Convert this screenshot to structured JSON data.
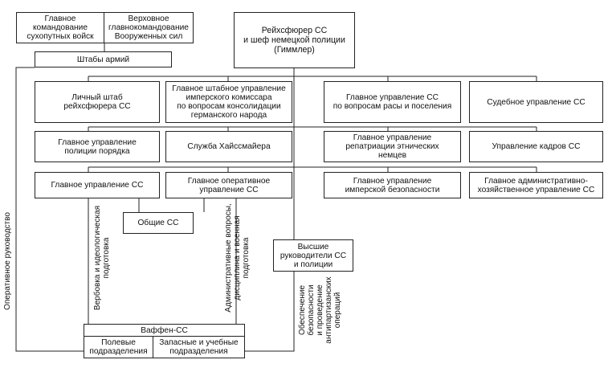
{
  "boxes": {
    "ground_command": "Главное\nкомандование\nсухопутных войск",
    "supreme_command": "Верховное\nглавнокомандование\nВооруженных сил",
    "army_staffs": "Штабы армий",
    "reichsfuhrer": "Рейхсфюрер СС\nи шеф немецкой полиции\n(Гиммлер)",
    "personal_staff": "Личный штаб\nрейхсфюрера СС",
    "main_staff_commissar": "Главное штабное управление\nимперского комиссара\nпо вопросам консолидации\nгерманского народа",
    "race_settlement": "Главное управление СС\nпо вопросам расы и поселения",
    "judicial": "Судебное управление СС",
    "order_police": "Главное управление\nполиции порядка",
    "heissmeyer": "Служба Хайссмайера",
    "repatriation": "Главное управление\nрепатриации этнических\nнемцев",
    "personnel": "Управление кадров СС",
    "ss_main_office": "Главное управление СС",
    "operational_office": "Главное оперативное\nуправление СС",
    "reich_security": "Главное управление\nимперской безопасности",
    "admin_economic": "Главное административно-\nхозяйственное управление СС",
    "general_ss": "Общие СС",
    "higher_leaders": "Высшие\nруководители СС\nи полиции",
    "waffen_ss": "Ваффен-СС",
    "field_units": "Полевые\nподразделения",
    "reserve_units": "Запасные и учебные\nподразделения"
  },
  "labels": {
    "operational_leadership": "Оперативное руководство",
    "recruitment": "Вербовка и идеологическая\nподготовка",
    "admin_issues": "Административные вопросы,\nдисциплина и военная\nподготовка",
    "security": "Обеспечение\nбезопасности\nи проведение\nантипартизанских\nопераций"
  }
}
